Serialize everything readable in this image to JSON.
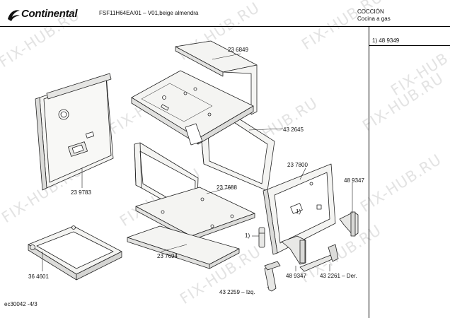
{
  "header": {
    "brand": "Continental",
    "model_line": "FSF11H64EA/01 –  V01,beige almendra",
    "category": "COCCIÓN",
    "subcategory": "Cocina a gas"
  },
  "notes": {
    "note_1": "1)  48 9349"
  },
  "footer": {
    "page_code": "ec30042 -4/3"
  },
  "watermark": {
    "text": "FIX-HUB.RU"
  },
  "parts": {
    "p1": "23 6849",
    "p2": "43 2645",
    "p3": "23 9783",
    "p4": "23 7688",
    "p5": "23 7800",
    "p6": "48 9347",
    "p7": "1)",
    "p8": "1)",
    "p9": "36 4601",
    "p10": "23 7694",
    "p11": "43 2261 – Der.",
    "p12": "48 9347",
    "p13": "43 2259 – Izq."
  },
  "colors": {
    "line": "#222222",
    "panel_fill": "#f4f4f2",
    "panel_shade": "#cfcfcf",
    "watermark": "#e3e3e3"
  }
}
